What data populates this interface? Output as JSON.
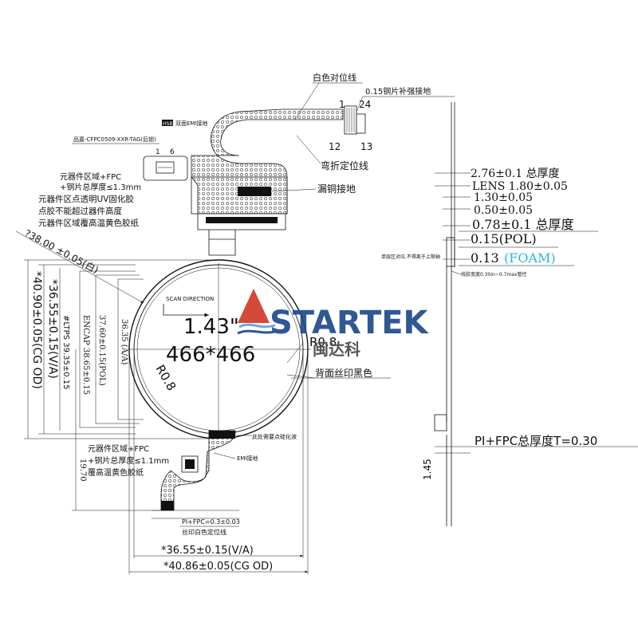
{
  "display": {
    "size_label": "1.43\"",
    "resolution_label": "466*466",
    "scan_direction": "SCAN DIRECTION",
    "radius_right": "R0.8",
    "radius_left": "R0.8",
    "back_print": "背面丝印黑色",
    "diameter_label": "?38.00 ±0.05(白)",
    "a_tag": "(A/A)"
  },
  "logo": {
    "brand": "STARTEK",
    "chinese": "闽达科"
  },
  "top_fpc": {
    "white_align_line": "白色对位线",
    "steel_ground": "0.15钢片补强接地",
    "pin_1": "1",
    "pin_24": "24",
    "pin_12": "12",
    "pin_13": "13",
    "bend_line": "弯折定位线",
    "copper_ground": "漏铜接地",
    "emi_label": "双面EMI接地",
    "emi_tag": "HSB",
    "connector_part": "品嘉-CFPC0509-XXR-TAG(后锁)",
    "conn_pin_1": "1",
    "conn_pin_6": "6",
    "component_area_1": "元器件区域+FPC",
    "component_area_2": "+钢片总厚度≤1.3mm",
    "uv_glue": "元器件区点透明UV固化胶",
    "glue_height": "点胶不能超过器件高度",
    "tape": "元器件区域覆高温黄色胶纸"
  },
  "bottom_fpc": {
    "component_area_1": "元器件区域+FPC",
    "component_area_2": "+钢片总厚度≤1.1mm",
    "tape": "覆高温黄色胶纸",
    "emi": "EMI接地",
    "silicone": "此处需要点硅化液",
    "pi_fpc": "PI+FPC=0.3±0.03",
    "silk_line": "丝印白色定位线"
  },
  "vertical_dims": {
    "cg_od": "*40.90±0.05(CG OD)",
    "va": "*36.55±0.15(V/A)",
    "tps": "#LTPS 39.35±0.15",
    "encap": "ENCAP 38.65±0.15",
    "pol": "37.60±0.15(POL)",
    "aa": "36.35 (A/A)",
    "tail": "19.70"
  },
  "horizontal_dims": {
    "va": "*36.55±0.15(V/A)",
    "cg_od": "*40.86±0.05(CG OD)"
  },
  "side_view": {
    "total1": "2.76±0.1 总厚度",
    "lens": "LENS 1.80±0.05",
    "d130": "1.30±0.05",
    "d050": "0.50±0.05",
    "total2": "0.78±0.1 总厚度",
    "pol": "0.15(POL)",
    "foam_val": "0.13",
    "foam_tag": "(FOAM)",
    "note_left": "单层区对应,不得离于上限轴",
    "note_glue": "找胶宽度0.30in~0.7max管控",
    "pi_total": "PI+FPC总厚度T=0.30",
    "d145": "1.45"
  },
  "colors": {
    "line": "#111111",
    "foam": "#29b6d8",
    "logo_blue": "#1e4a8c",
    "logo_red": "#d23a2a",
    "logo_wave": "#5aa7d8"
  }
}
